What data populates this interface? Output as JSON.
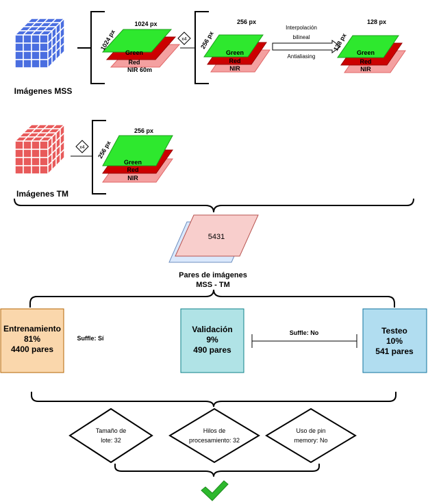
{
  "mss": {
    "label": "Imágenes MSS",
    "stack1": {
      "size_top": "1024 px",
      "size_side": "1024 px",
      "bands": [
        "Green",
        "Red",
        "NIR 60m"
      ]
    },
    "mult1": "x4",
    "stack2": {
      "size_top": "256 px",
      "size_side": "256 px",
      "bands": [
        "Green",
        "Red",
        "NIR"
      ]
    },
    "interp_line1": "Interpolación",
    "interp_line2": "bilineal",
    "antialias": "Antialiasing",
    "stack3": {
      "size_top": "128 px",
      "size_side": "128 px",
      "bands": [
        "Green",
        "Red",
        "NIR"
      ]
    }
  },
  "tm": {
    "label": "Imágenes TM",
    "mult": "x4",
    "stack": {
      "size_top": "256 px",
      "size_side": "256 px",
      "bands": [
        "Green",
        "Red",
        "NIR"
      ]
    }
  },
  "pairs": {
    "count": "5431",
    "label_line1": "Pares de imágenes",
    "label_line2": "MSS - TM"
  },
  "splits": {
    "train": {
      "title": "Entrenamiento",
      "pct": "81%",
      "count": "4400 pares"
    },
    "train_shuffle": "Suffle: Sí",
    "val": {
      "title": "Validación",
      "pct": "9%",
      "count": "490 pares"
    },
    "valtest_shuffle": "Suffle: No",
    "test": {
      "title": "Testeo",
      "pct": "10%",
      "count": "541 pares"
    }
  },
  "params": {
    "batch": {
      "line1": "Tamaño de",
      "line2": "lote: 32"
    },
    "workers": {
      "line1": "Hilos de",
      "line2": "procesamiento: 32"
    },
    "pin": {
      "line1": "Uso de pin",
      "line2": "memory: No"
    }
  },
  "colors": {
    "mss_cube": "#4a6ee0",
    "tm_cube": "#e85a5a",
    "green_band": "#2ee82e",
    "red_band": "#cc0000",
    "nir_band": "#f4a0a0",
    "pairs_front": "#f8cecc",
    "pairs_back": "#dae8fc",
    "train_fill": "#fad7ac",
    "train_stroke": "#b46504",
    "val_fill": "#b0e3e6",
    "val_stroke": "#0e8088",
    "test_fill": "#b1ddf0",
    "test_stroke": "#10739e",
    "check": "#2db82d"
  }
}
